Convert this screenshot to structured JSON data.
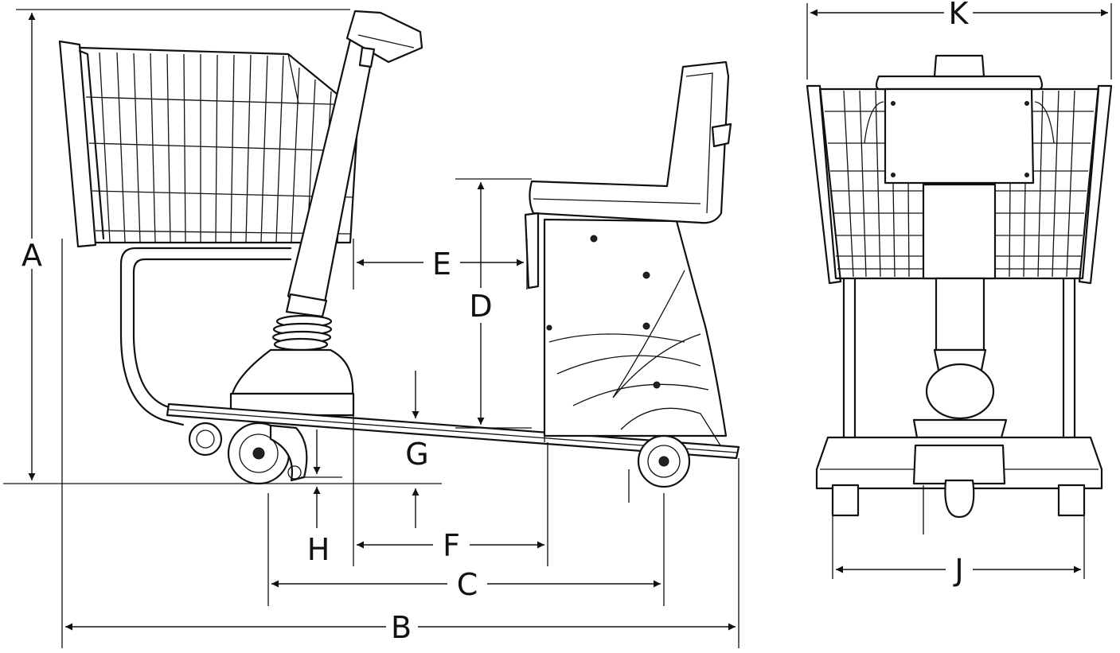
{
  "dimension_labels": {
    "A": "A",
    "B": "B",
    "C": "C",
    "D": "D",
    "E": "E",
    "F": "F",
    "G": "G",
    "H": "H",
    "J": "J",
    "K": "K"
  }
}
